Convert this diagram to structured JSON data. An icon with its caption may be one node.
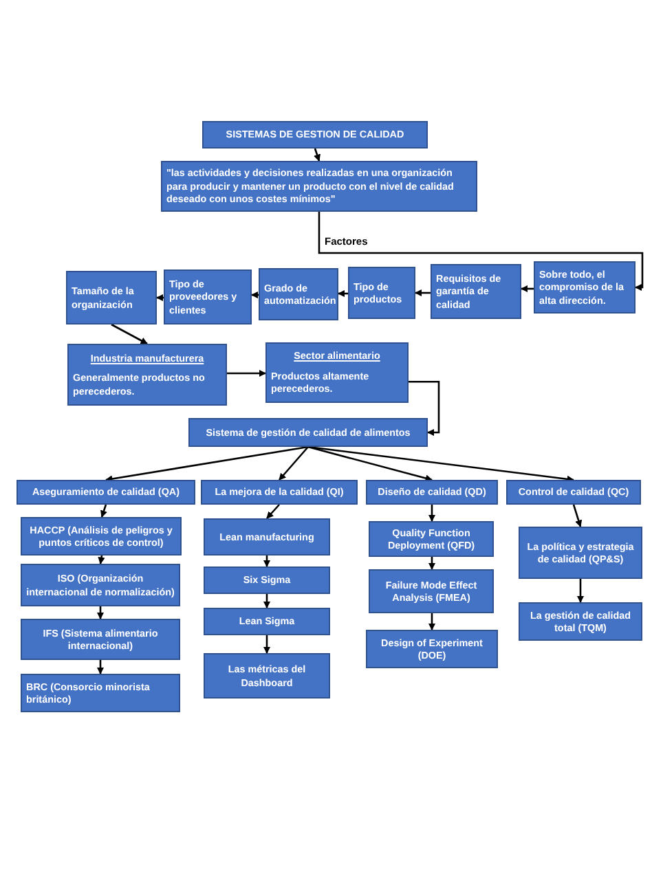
{
  "diagram": {
    "nodes": [
      {
        "text": [
          "SISTEMAS DE GESTION DE CALIDAD"
        ]
      },
      {
        "text": [
          "\"las actividades y decisiones realizadas en una organización para producir y mantener un producto con el nivel de calidad deseado con unos costes mínimos\""
        ]
      },
      {
        "text": [
          "Tamaño de la organización"
        ]
      },
      {
        "text": [
          "Tipo de proveedores y clientes"
        ]
      },
      {
        "text": [
          "Grado de automatización"
        ]
      },
      {
        "text": [
          "Tipo de productos"
        ]
      },
      {
        "text": [
          "Requisitos de garantía de calidad"
        ]
      },
      {
        "text": [
          "Sobre todo, el compromiso de la alta dirección."
        ]
      },
      {
        "text": [
          "Industria manufacturera",
          "Generalmente productos no perecederos."
        ]
      },
      {
        "text": [
          "Sector alimentario",
          "Productos altamente perecederos."
        ]
      },
      {
        "text": [
          "Sistema de gestión de calidad de alimentos"
        ]
      },
      {
        "text": [
          "Aseguramiento de calidad (QA)"
        ]
      },
      {
        "text": [
          "La mejora de la calidad (QI)"
        ]
      },
      {
        "text": [
          "Diseño de calidad (QD)"
        ]
      },
      {
        "text": [
          "Control de calidad (QC)"
        ]
      },
      {
        "text": [
          "HACCP (Análisis de peligros y puntos críticos de control)"
        ]
      },
      {
        "text": [
          "ISO (Organización internacional de normalización)"
        ]
      },
      {
        "text": [
          "IFS (Sistema alimentario internacional)"
        ]
      },
      {
        "text": [
          "BRC (Consorcio minorista británico)"
        ]
      },
      {
        "text": [
          "Lean manufacturing"
        ]
      },
      {
        "text": [
          "Six Sigma"
        ]
      },
      {
        "text": [
          "Lean Sigma"
        ]
      },
      {
        "text": [
          "Las métricas del Dashboard"
        ]
      },
      {
        "text": [
          "Quality Function Deployment (QFD)"
        ]
      },
      {
        "text": [
          "Failure Mode Effect Analysis (FMEA)"
        ]
      },
      {
        "text": [
          "Design of Experiment (DOE)"
        ]
      },
      {
        "text": [
          "La política y estrategia de calidad (QP&S)"
        ]
      },
      {
        "text": [
          "La gestión de calidad total (TQM)"
        ]
      }
    ],
    "edges": [
      {
        "from": 0,
        "to": 1,
        "arrow": "to"
      },
      {
        "from": 1,
        "to": 7,
        "arrow": "to",
        "label": "Factores"
      },
      {
        "from": 7,
        "to": 6,
        "arrow": "to"
      },
      {
        "from": 6,
        "to": 5,
        "arrow": "to"
      },
      {
        "from": 5,
        "to": 4,
        "arrow": "to"
      },
      {
        "from": 4,
        "to": 3,
        "arrow": "to"
      },
      {
        "from": 3,
        "to": 2,
        "arrow": "to"
      },
      {
        "from": 2,
        "to": 8,
        "arrow": "to"
      },
      {
        "from": 8,
        "to": 9,
        "arrow": "to"
      },
      {
        "from": 9,
        "to": 10,
        "arrow": "to"
      },
      {
        "from": 10,
        "to": 11,
        "arrow": "to"
      },
      {
        "from": 10,
        "to": 12,
        "arrow": "to"
      },
      {
        "from": 10,
        "to": 13,
        "arrow": "to"
      },
      {
        "from": 10,
        "to": 14,
        "arrow": "to"
      },
      {
        "from": 11,
        "to": 15,
        "arrow": "to"
      },
      {
        "from": 15,
        "to": 16,
        "arrow": "to"
      },
      {
        "from": 16,
        "to": 17,
        "arrow": "to"
      },
      {
        "from": 17,
        "to": 18,
        "arrow": "to"
      },
      {
        "from": 12,
        "to": 19,
        "arrow": "to"
      },
      {
        "from": 19,
        "to": 20,
        "arrow": "to"
      },
      {
        "from": 20,
        "to": 21,
        "arrow": "to"
      },
      {
        "from": 21,
        "to": 22,
        "arrow": "to"
      },
      {
        "from": 13,
        "to": 23,
        "arrow": "to"
      },
      {
        "from": 23,
        "to": 24,
        "arrow": "to"
      },
      {
        "from": 24,
        "to": 25,
        "arrow": "to"
      },
      {
        "from": 14,
        "to": 26,
        "arrow": "to"
      },
      {
        "from": 26,
        "to": 27,
        "arrow": "to"
      }
    ]
  }
}
